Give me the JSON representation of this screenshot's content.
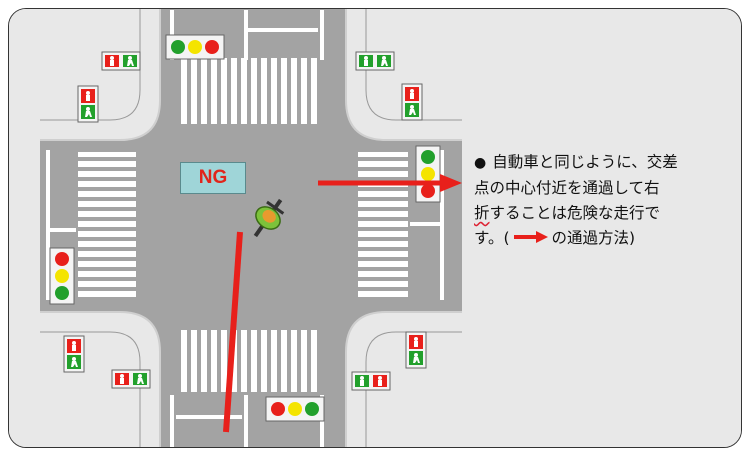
{
  "label_ng": "NG",
  "note": {
    "bullet": "●",
    "line1": "自動車と同じように、交差",
    "line2": "点の中心付近を通過して右",
    "line3a": "折",
    "line3b": "することは危険な走行で",
    "line4a": "す。(",
    "line4b": "の通過方法)"
  },
  "colors": {
    "road": "#9a9a9a",
    "sidewalk": "#e6e6e6",
    "path_arrow": "#e8201b",
    "signal_red": "#e8201b",
    "signal_yellow": "#f4e400",
    "signal_green": "#22a02c"
  },
  "icons": [
    "traffic-signal-icon",
    "pedestrian-signal-icon",
    "bicycle-rider-icon",
    "red-arrow-icon"
  ]
}
